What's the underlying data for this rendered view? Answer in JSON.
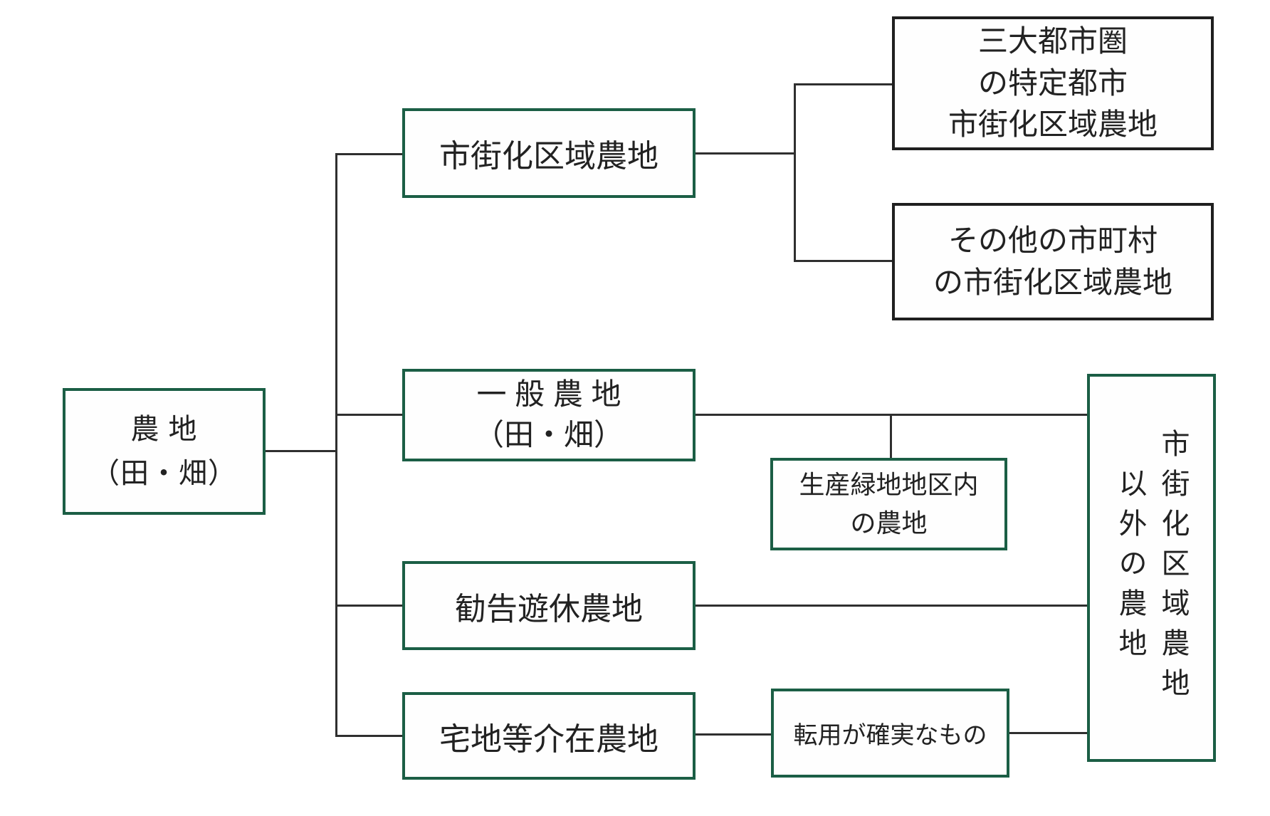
{
  "diagram": {
    "title_hint": "farmland classification flowchart",
    "root": {
      "line1": "農 地",
      "line2": "（田・畑）"
    },
    "shigaika": {
      "label": "市街化区域農地"
    },
    "ippan": {
      "line1": "一 般 農 地",
      "line2": "（田・畑）"
    },
    "kankoku": {
      "label": "勧告遊休農地"
    },
    "takuchi": {
      "label": "宅地等介在農地"
    },
    "sandai": {
      "line1": "三大都市圏",
      "line2": "の特定都市",
      "line3": "市街化区域農地"
    },
    "sonota": {
      "line1": "その他の市町村",
      "line2": "の市街化区域農地"
    },
    "seisan": {
      "line1": "生産緑地地区内",
      "line2": "の農地"
    },
    "tenyo": {
      "label": "転用が確実なもの"
    },
    "urban_other": {
      "col1": "市街化区域農地",
      "col2": "以外の農地"
    }
  },
  "colors": {
    "green_border": "#1b5e45",
    "black_border": "#1f1f1f",
    "line": "#2f2f2f",
    "text": "#222222",
    "background": "#ffffff"
  }
}
